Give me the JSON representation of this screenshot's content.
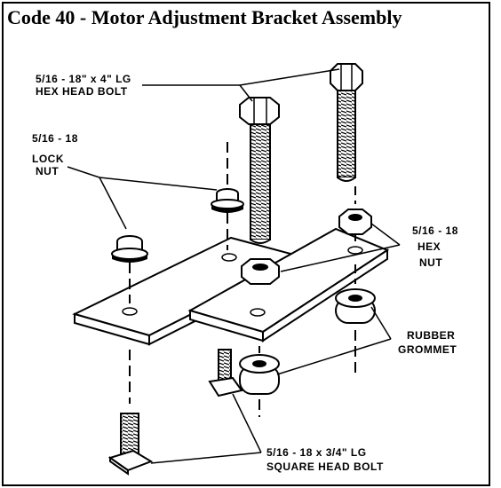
{
  "title": "Code 40 - Motor Adjustment Bracket Assembly",
  "labels": {
    "hex_bolt_size": "5/16 - 18\" x 4\" LG",
    "hex_bolt_name": "HEX HEAD BOLT",
    "lock_nut_size": "5/16 - 18",
    "lock_nut_line1": "LOCK",
    "lock_nut_line2": "NUT",
    "hex_nut_size": "5/16 - 18",
    "hex_nut_line1": "HEX",
    "hex_nut_line2": "NUT",
    "grommet_line1": "RUBBER",
    "grommet_line2": "GROMMET",
    "square_bolt_size": "5/16 - 18 x 3/4\" LG",
    "square_bolt_name": "SQUARE HEAD BOLT"
  }
}
